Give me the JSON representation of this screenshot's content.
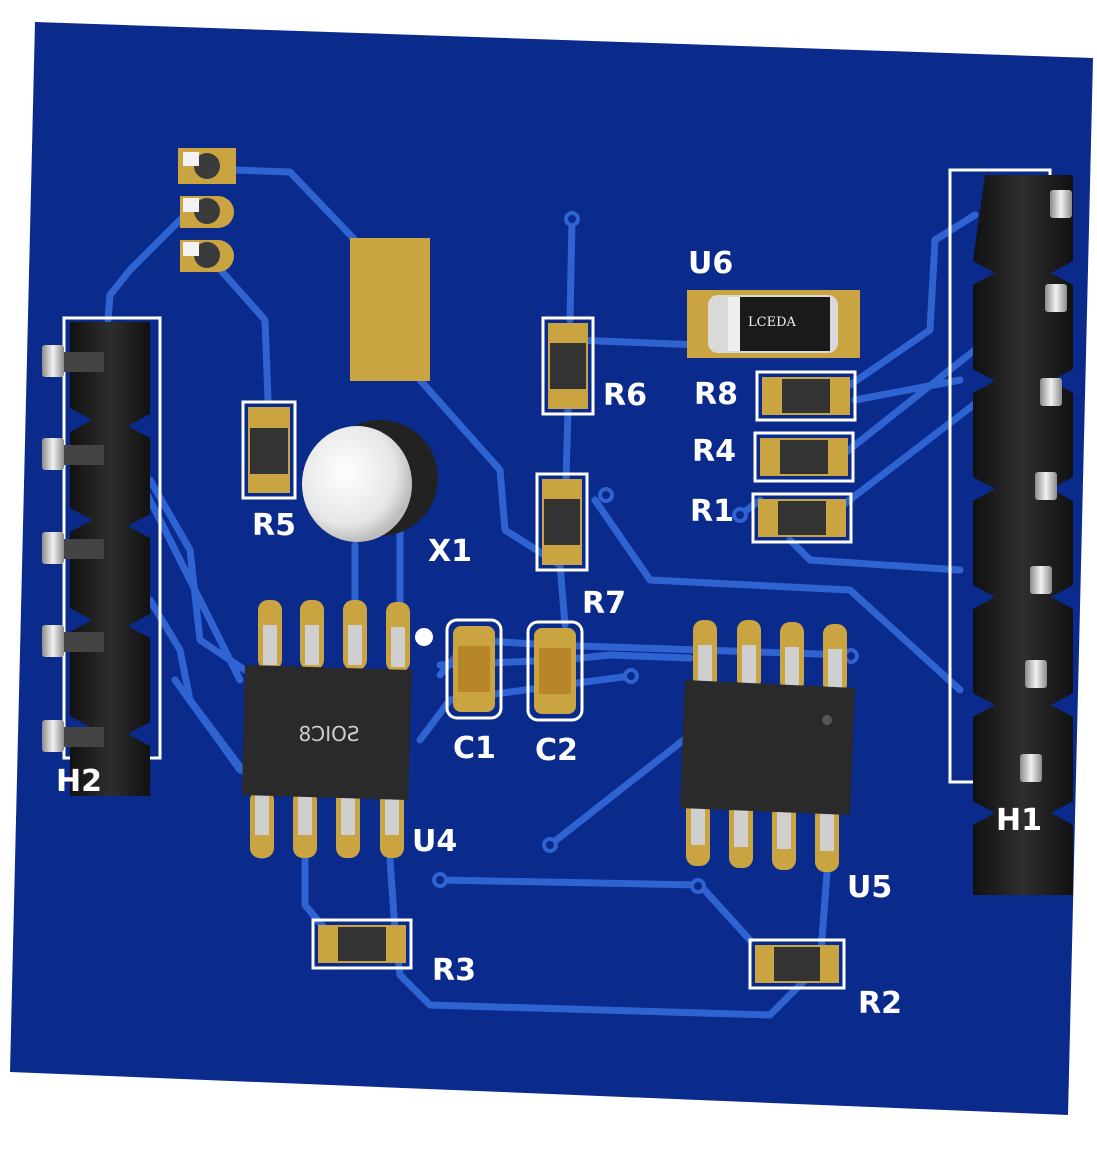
{
  "labels": {
    "u6": "U6",
    "r6": "R6",
    "r8": "R8",
    "r4": "R4",
    "r1": "R1",
    "r5": "R5",
    "x1": "X1",
    "r7": "R7",
    "c1": "C1",
    "c2": "C2",
    "h2": "H2",
    "h1": "H1",
    "u4": "U4",
    "u5": "U5",
    "r3": "R3",
    "r2": "R2"
  },
  "chip_markings": {
    "u4_package": "SOIC8",
    "u6_marking": "LCEDA"
  },
  "colors": {
    "board": "#0a2a8c",
    "trace": "#2f63d2",
    "pad": "#c9a441",
    "silkscreen": "#ffffff",
    "body": "#2a2a2a"
  }
}
